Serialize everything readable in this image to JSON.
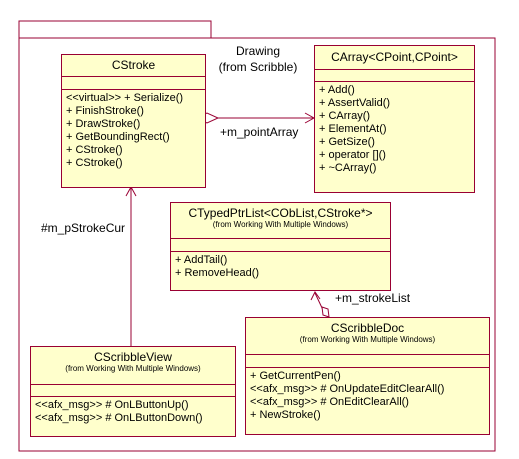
{
  "package": {
    "name": "Drawing",
    "from": "(from Scribble)"
  },
  "classes": {
    "cstroke": {
      "name": "CStroke",
      "ops": [
        "<<virtual>> + Serialize()",
        "+ FinishStroke()",
        "+ DrawStroke()",
        "+ GetBoundingRect()",
        "+ CStroke()",
        "+ CStroke()"
      ]
    },
    "carray": {
      "name": "CArray<CPoint,CPoint>",
      "ops": [
        "+ Add()",
        "+ AssertValid()",
        "+ CArray()",
        "+ ElementAt()",
        "+ GetSize()",
        "+ operator []()",
        "+ ~CArray()"
      ]
    },
    "ctypedptrlist": {
      "name": "CTypedPtrList<CObList,CStroke*>",
      "from": "(from Working With Multiple Windows)",
      "ops": [
        "+ AddTail()",
        "+ RemoveHead()"
      ]
    },
    "cscribbleview": {
      "name": "CScribbleView",
      "from": "(from Working With Multiple Windows)",
      "ops": [
        "<<afx_msg>> # OnLButtonUp()",
        "<<afx_msg>> # OnLButtonDown()"
      ]
    },
    "cscribbledoc": {
      "name": "CScribbleDoc",
      "from": "(from Working With Multiple Windows)",
      "ops": [
        "+ GetCurrentPen()",
        "<<afx_msg>> # OnUpdateEditClearAll()",
        "<<afx_msg>> # OnEditClearAll()",
        "+ NewStroke()"
      ]
    }
  },
  "relations": {
    "point_array": "+m_pointArray",
    "stroke_cur": "#m_pStrokeCur",
    "stroke_list": "+m_strokeList"
  },
  "colors": {
    "fill": "#ffffcc",
    "line": "#990033"
  }
}
